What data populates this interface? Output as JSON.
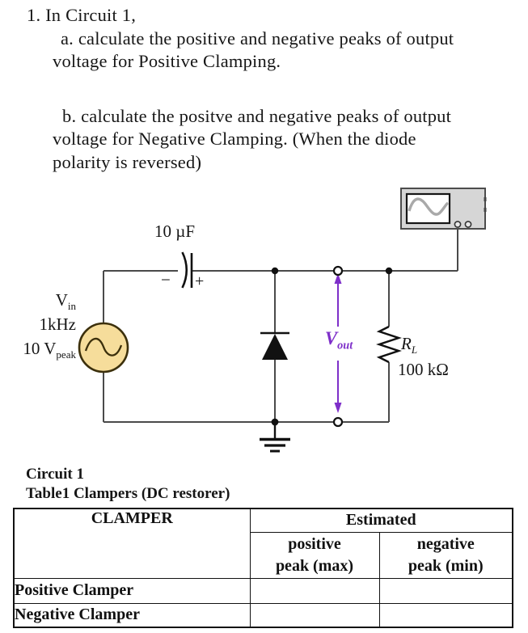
{
  "question": {
    "number_line": "1. In Circuit 1,",
    "part_a_line1": "a. calculate the positive and negative peaks of output",
    "part_a_line2": "voltage for Positive Clamping.",
    "part_b_line1": "b. calculate the positve and negative peaks of output",
    "part_b_line2": "voltage for Negative Clamping. (When the diode",
    "part_b_line3": "polarity is reversed)"
  },
  "circuit": {
    "source": {
      "name": "V",
      "name_sub": "in",
      "frequency": "1kHz",
      "amplitude": "10 V",
      "amplitude_sub": "peak"
    },
    "capacitor": {
      "value": "10 µF",
      "minus": "−",
      "plus": "+"
    },
    "output": {
      "label": "V",
      "label_sub": "out"
    },
    "load": {
      "label": "R",
      "label_sub": "L",
      "value": "100 kΩ"
    },
    "colors": {
      "vout_purple": "#7e2fc9",
      "source_fill": "#f6dd9b",
      "source_stroke": "#3c300c",
      "wire": "#4a4a4a",
      "scope_body": "#d6d6d6",
      "scope_trace": "#a9a9a9",
      "ink": "#111111"
    }
  },
  "captions": {
    "figure": "Circuit 1",
    "table": "Table1 Clampers (DC restorer)"
  },
  "table": {
    "col1_header": "CLAMPER",
    "group_header": "Estimated",
    "sub_headers": [
      {
        "line1": "positive",
        "line2": "peak (max)"
      },
      {
        "line1": "negative",
        "line2": "peak (min)"
      }
    ],
    "rows": [
      {
        "label": "Positive Clamper",
        "positive_peak": "",
        "negative_peak": ""
      },
      {
        "label": "Negative Clamper",
        "positive_peak": "",
        "negative_peak": ""
      }
    ]
  }
}
